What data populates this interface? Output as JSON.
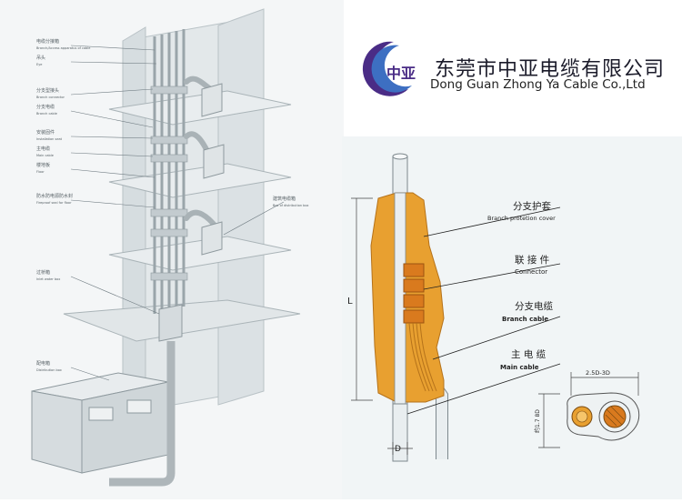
{
  "company": {
    "name_cn": "东莞市中亚电缆有限公司",
    "name_en": "Dong Guan Zhong Ya Cable Co.,Ltd",
    "logo_text": "中亚",
    "colors": {
      "logo_purple": "#4a2c86",
      "logo_blue": "#3d6fc2"
    }
  },
  "riser_diagram": {
    "labels": [
      "电缆分接箱",
      "Branch/Access apparatus of cable",
      "吊头",
      "Eye",
      "分支型接头",
      "Branch connector",
      "分支电缆",
      "Branch cable",
      "安装固件",
      "Installation seat",
      "主电缆",
      "Main cable",
      "楼地板",
      "Floor",
      "防水防电源防水封",
      "Fireproof seal for floor",
      "建筑电缆箱",
      "Box of distribution box",
      "过桥箱",
      "Inlet water box",
      "配电箱",
      "Distribution box"
    ]
  },
  "branch_diagram": {
    "labels": {
      "protection_cover_cn": "分支护套",
      "protection_cover_en": "Branch protetion cover",
      "connector_cn": "联 接 件",
      "connector_en": "Connector",
      "branch_cable_cn": "分支电缆",
      "branch_cable_en": "Branch cable",
      "main_cable_cn": "主 电 缆",
      "main_cable_en": "Main cable",
      "length_symbol": "L",
      "diameter_symbol": "D",
      "width_dim": "2.5D-3D",
      "height_dim": "约1.7 8D"
    },
    "colors": {
      "sheath": "#e8a030",
      "connector": "#d97a1e",
      "cable": "#eaeef0"
    }
  }
}
